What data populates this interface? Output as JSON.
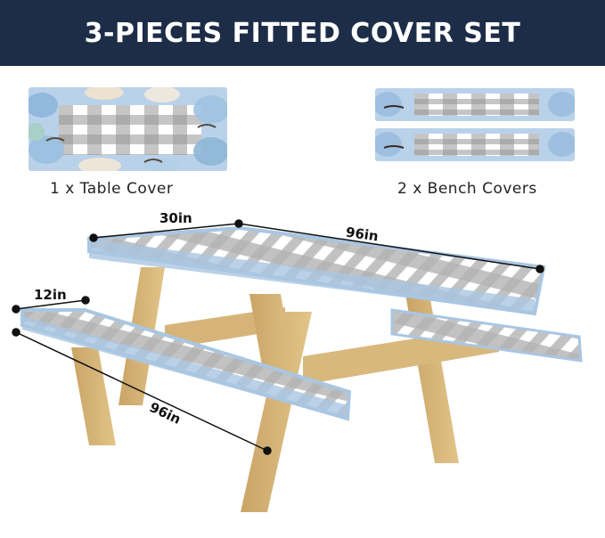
{
  "banner": {
    "title": "3-PIECES FITTED COVER SET",
    "background": "#1d2d48",
    "text_color": "#ffffff"
  },
  "products": {
    "table_cover": {
      "caption": "1 x Table Cover"
    },
    "bench_covers": {
      "caption": "2 x Bench Covers"
    }
  },
  "dimensions": {
    "table_width": "30in",
    "table_length": "96in",
    "bench_width": "12in",
    "bench_length": "96in"
  },
  "pattern": {
    "gingham_gray": "#9a9a9a",
    "floral_blue": "#a9c6e2",
    "floral_cream": "#efe3cf",
    "wood": "#d7b57b"
  }
}
